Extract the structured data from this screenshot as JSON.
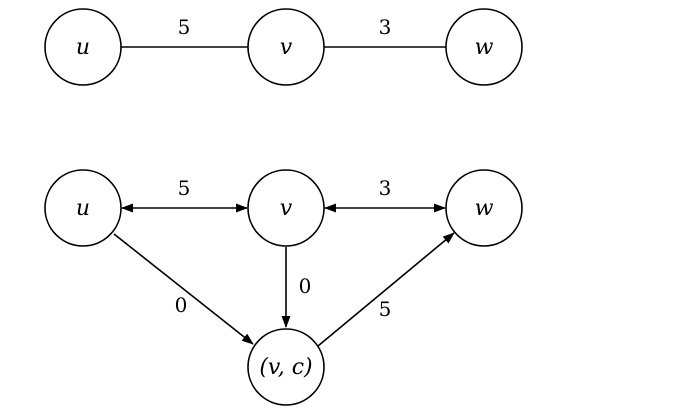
{
  "graphs": [
    {
      "id": "original",
      "directed": false,
      "nodes": [
        {
          "id": "u",
          "label": "u"
        },
        {
          "id": "v",
          "label": "v"
        },
        {
          "id": "w",
          "label": "w"
        }
      ],
      "edges": [
        {
          "from": "u",
          "to": "v",
          "weight": "5",
          "direction": "none"
        },
        {
          "from": "v",
          "to": "w",
          "weight": "3",
          "direction": "none"
        }
      ]
    },
    {
      "id": "transformed",
      "directed": true,
      "nodes": [
        {
          "id": "u",
          "label": "u"
        },
        {
          "id": "v",
          "label": "v"
        },
        {
          "id": "w",
          "label": "w"
        },
        {
          "id": "vc",
          "label": "(v, c)"
        }
      ],
      "edges": [
        {
          "from": "u",
          "to": "v",
          "weight": "5",
          "direction": "both"
        },
        {
          "from": "v",
          "to": "w",
          "weight": "3",
          "direction": "both"
        },
        {
          "from": "u",
          "to": "vc",
          "weight": "0",
          "direction": "forward"
        },
        {
          "from": "v",
          "to": "vc",
          "weight": "0",
          "direction": "forward"
        },
        {
          "from": "vc",
          "to": "w",
          "weight": "5",
          "direction": "forward"
        }
      ]
    }
  ]
}
